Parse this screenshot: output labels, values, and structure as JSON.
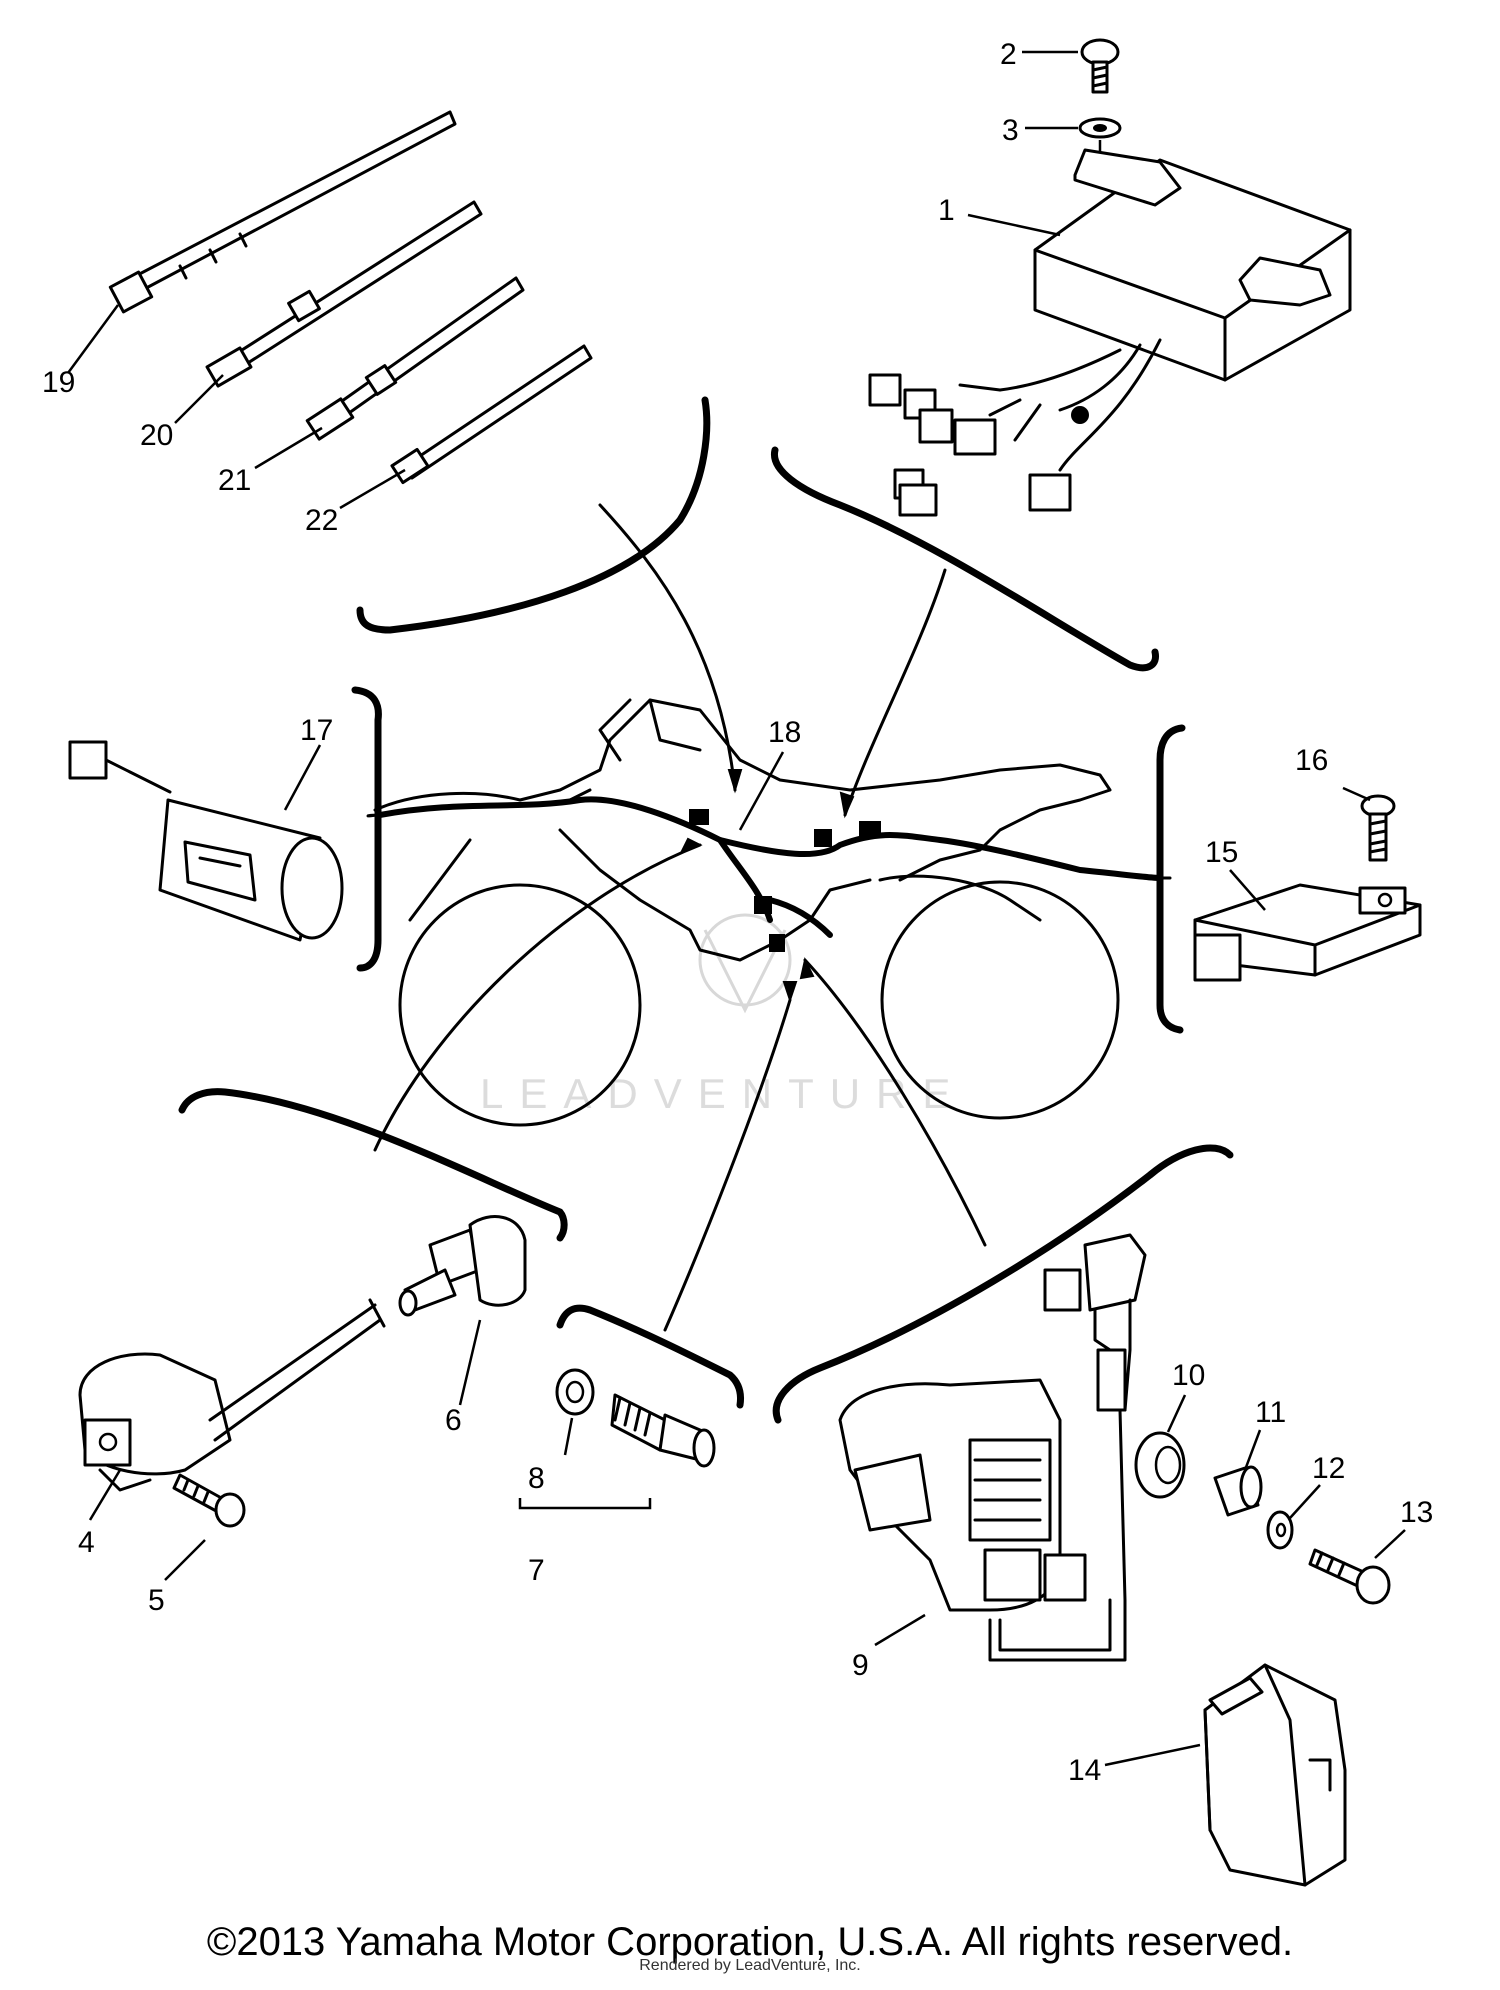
{
  "callouts": [
    "1",
    "2",
    "3",
    "4",
    "5",
    "6",
    "7",
    "8",
    "9",
    "10",
    "11",
    "12",
    "13",
    "14",
    "15",
    "16",
    "17",
    "18",
    "19",
    "20",
    "21",
    "22"
  ],
  "watermark": {
    "text": "LEADVENTURE"
  },
  "footer": {
    "copyright": "©2013 Yamaha Motor Corporation, U.S.A. All rights reserved.",
    "rendered_by": "Rendered by LeadVenture, Inc."
  },
  "colors": {
    "ink": "#000000",
    "background": "#ffffff",
    "watermark": "#d8d8d8"
  }
}
